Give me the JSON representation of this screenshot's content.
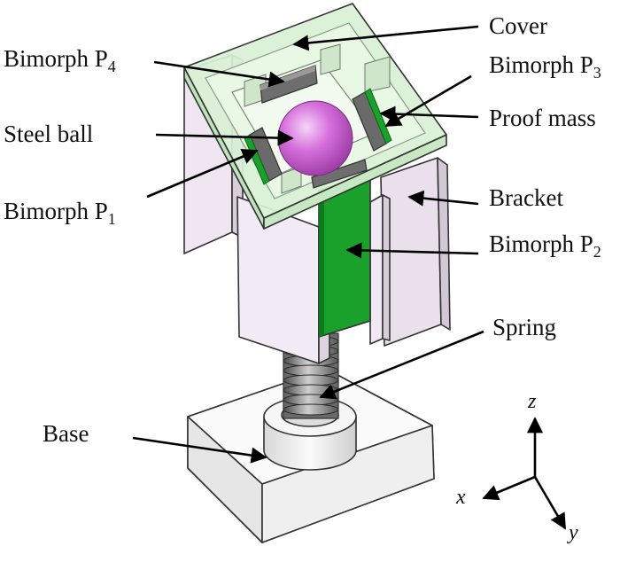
{
  "labels": {
    "cover": "Cover",
    "bimorph_p4_main": "Bimorph P",
    "bimorph_p4_sub": "4",
    "bimorph_p3_main": "Bimorph P",
    "bimorph_p3_sub": "3",
    "steel_ball": "Steel ball",
    "proof_mass": "Proof mass",
    "bimorph_p1_main": "Bimorph P",
    "bimorph_p1_sub": "1",
    "bracket": "Bracket",
    "bimorph_p2_main": "Bimorph P",
    "bimorph_p2_sub": "2",
    "spring": "Spring",
    "base": "Base"
  },
  "axes": {
    "z": "z",
    "x": "x",
    "y": "y"
  },
  "colors": {
    "cover_glass": "#d8f0d4",
    "bracket": "#ece4ee",
    "bimorph_green": "#1a9a2a",
    "bimorph_grey": "#7a7a7a",
    "steel_ball": "#d270d8",
    "base": "#f2f2f2"
  }
}
